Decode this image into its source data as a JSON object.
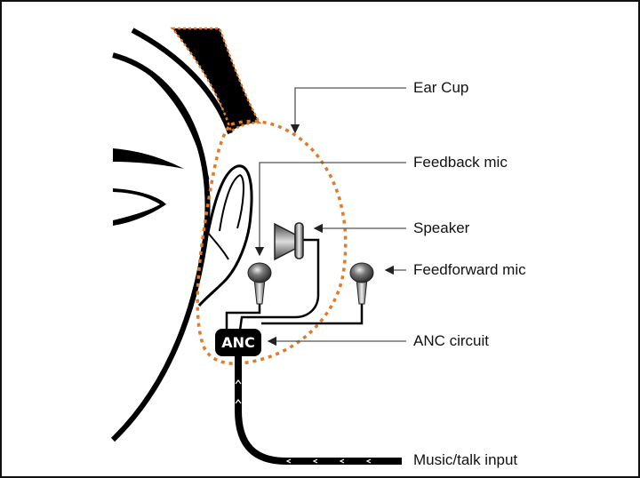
{
  "labels": {
    "ear_cup": "Ear Cup",
    "feedback_mic": "Feedback mic",
    "speaker": "Speaker",
    "feedforward_mic": "Feedforward mic",
    "anc_circuit": "ANC circuit",
    "music_input": "Music/talk input"
  },
  "anc_box_text": "ANC",
  "colors": {
    "ear_cup_outline": "#e07b2a",
    "ink": "#000000",
    "leader": "#555555"
  }
}
